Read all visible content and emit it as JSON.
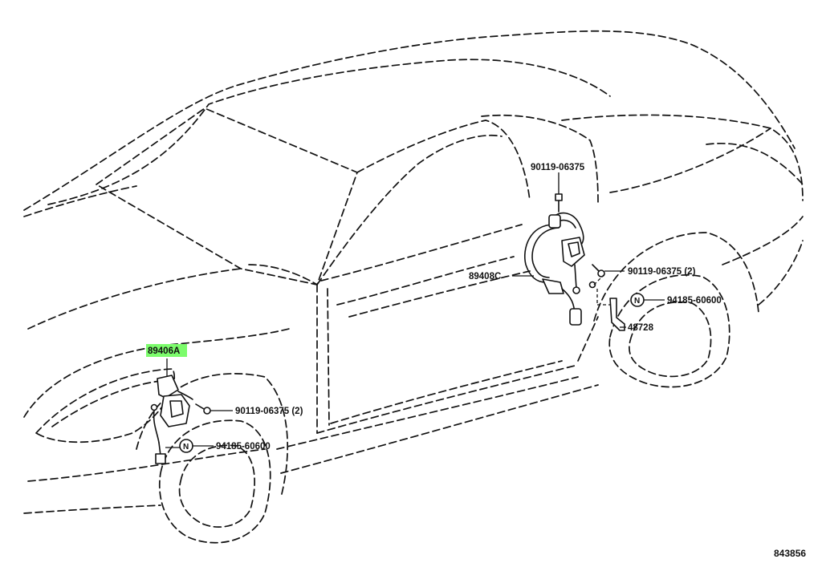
{
  "labels": {
    "bolt_top": "90119-06375",
    "wire_rear": "89408C",
    "bolt_rear": "90119-06375 (2)",
    "nut_rear": "94185-60600",
    "bracket_rear": "48728",
    "sensor_front": "89406A",
    "bolt_front": "90119-06375 (2)",
    "nut_front": "94185-60600"
  },
  "nut_symbol": "N",
  "highlight_color": "#7CFC6C",
  "ref_code": "843856"
}
